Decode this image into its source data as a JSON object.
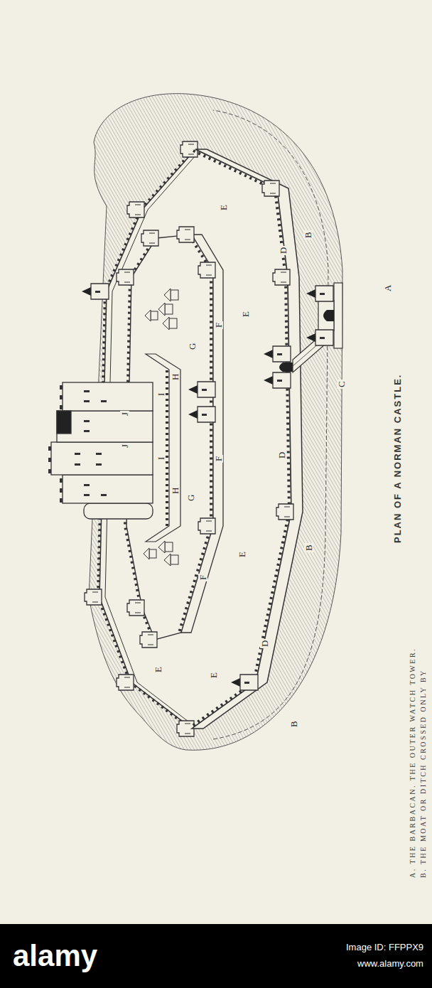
{
  "diagram": {
    "caption": "PLAN OF A NORMAN CASTLE.",
    "labels": [
      "A",
      "B",
      "B",
      "B",
      "C",
      "D",
      "D",
      "D",
      "E",
      "E",
      "E",
      "E",
      "E",
      "F",
      "F",
      "F",
      "G",
      "G",
      "H",
      "H",
      "I",
      "I",
      "J",
      "J",
      "A. THE BARBACAN. THE OUTER WATCH TOWER.",
      "B. THE MOAT OR DITCH CROSSED ONLY BY",
      "alamy",
      "Image ID: FFPPX9",
      "www.alamy.com"
    ]
  }
}
